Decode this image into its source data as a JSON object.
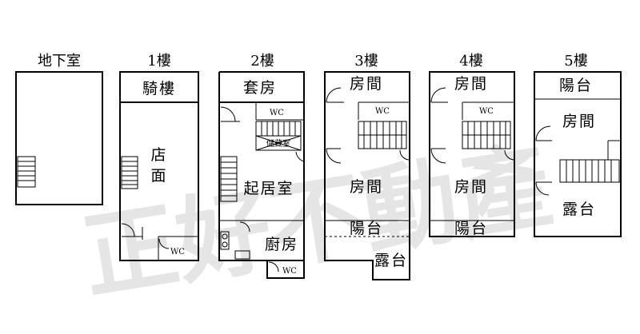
{
  "floors": {
    "basement": "地下室",
    "f1": "1樓",
    "f2": "2樓",
    "f3": "3樓",
    "f4": "4樓",
    "f5": "5樓"
  },
  "rooms": {
    "f1_arcade": "騎樓",
    "f1_shop_line1": "店",
    "f1_shop_line2": "面",
    "f1_wc": "WC",
    "f2_suite": "套房",
    "f2_wc": "WC",
    "f2_storage": "儲藏室",
    "f2_living": "起居室",
    "f2_kitchen": "廚房",
    "f2_wc2": "WC",
    "f3_room_top": "房間",
    "f3_wc": "WC",
    "f3_room_mid": "房間",
    "f3_balcony": "陽台",
    "f3_terrace": "露台",
    "f4_room_top": "房間",
    "f4_wc": "WC",
    "f4_room_mid": "房間",
    "f4_balcony": "陽台",
    "f5_balcony": "陽台",
    "f5_room": "房間",
    "f5_terrace": "露台"
  },
  "watermark": "正好不動產"
}
